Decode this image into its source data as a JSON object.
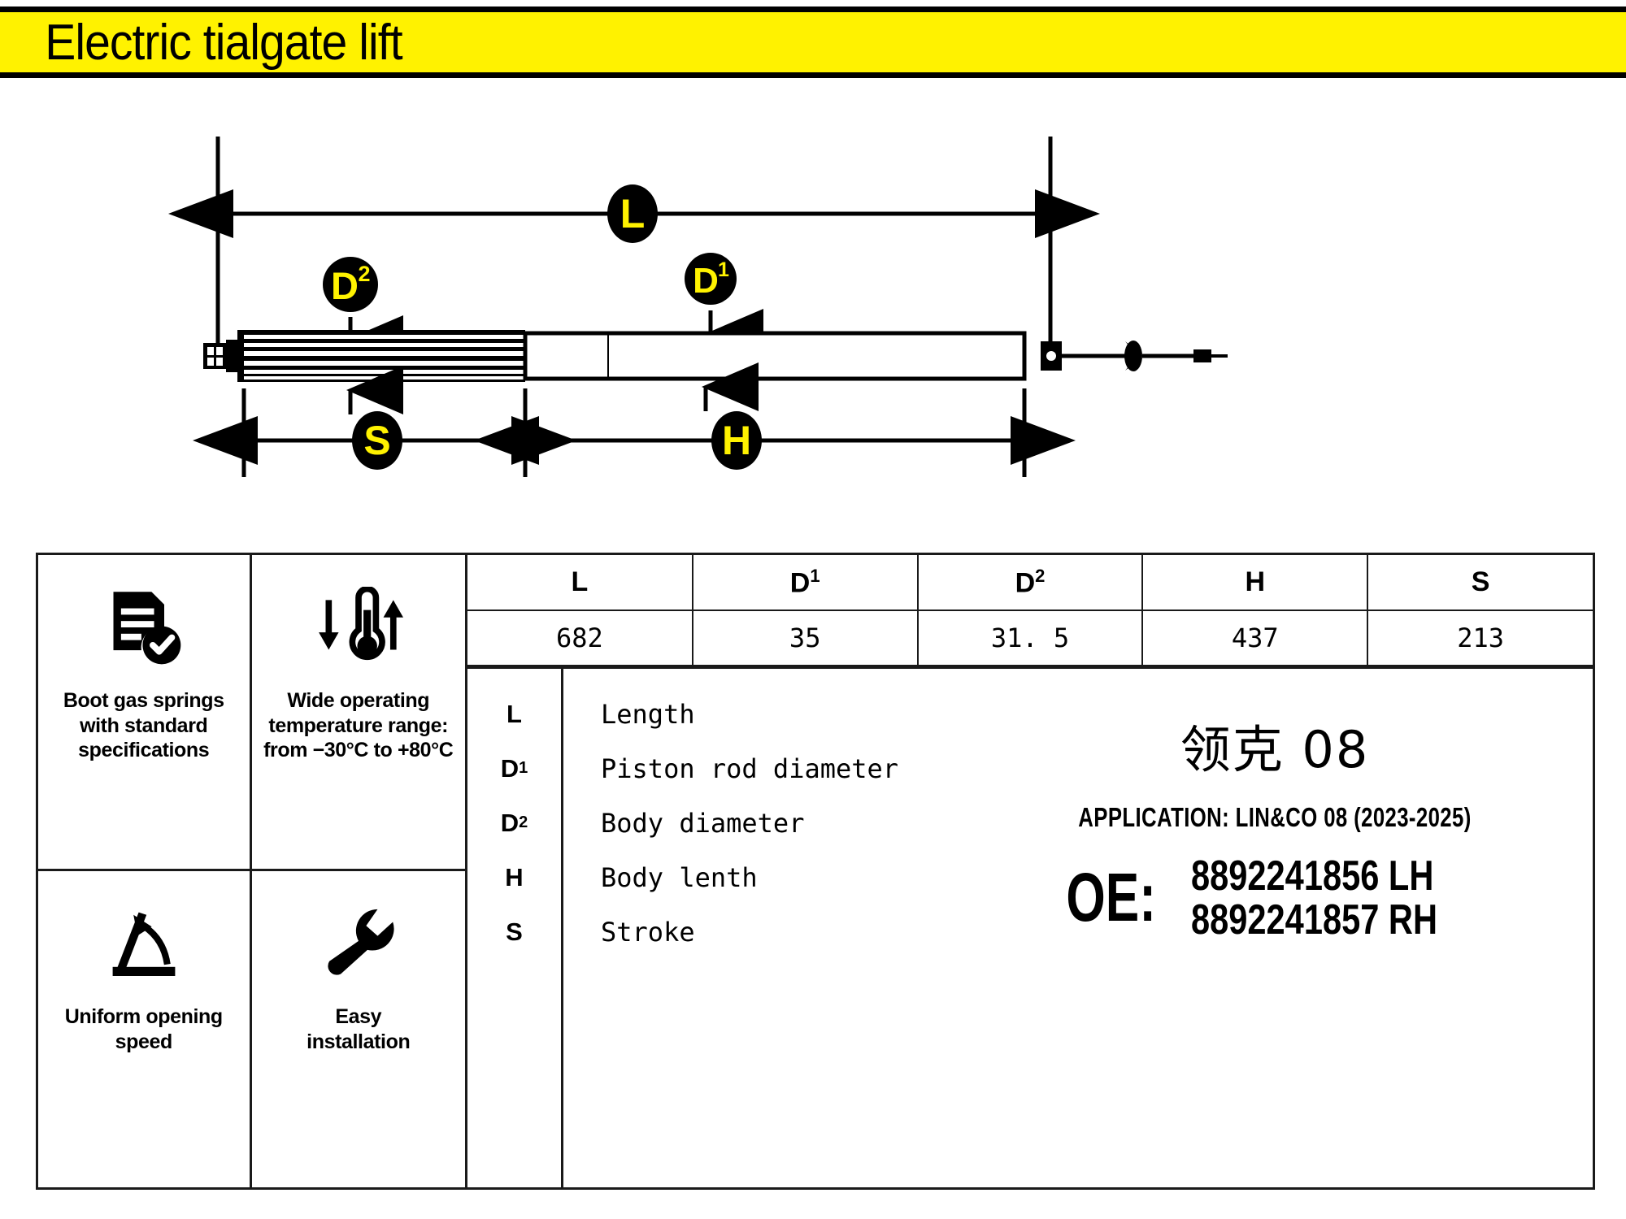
{
  "header": {
    "title": "Electric tialgate lift",
    "background_color": "#fff200",
    "text_color": "#000000"
  },
  "drawing": {
    "badges": [
      {
        "id": "L",
        "label": "L",
        "sup": "",
        "shape": "ellipse"
      },
      {
        "id": "D2",
        "label": "D",
        "sup": "2",
        "shape": "circle"
      },
      {
        "id": "D1",
        "label": "D",
        "sup": "1",
        "shape": "circle"
      },
      {
        "id": "S",
        "label": "S",
        "sup": "",
        "shape": "ellipse"
      },
      {
        "id": "H",
        "label": "H",
        "sup": "",
        "shape": "ellipse"
      }
    ],
    "badge_text_color": "#fff200",
    "badge_fill_color": "#000000"
  },
  "features": [
    {
      "icon": "document-check-icon",
      "label": "Boot gas springs\nwith standard\nspecifications"
    },
    {
      "icon": "thermometer-icon",
      "label": "Wide operating\ntemperature range:\nfrom −30°C to +80°C"
    },
    {
      "icon": "opening-angle-icon",
      "label": "Uniform opening\nspeed"
    },
    {
      "icon": "wrench-icon",
      "label": "Easy\ninstallation"
    }
  ],
  "spec_table": {
    "headers": [
      {
        "label": "L",
        "sup": ""
      },
      {
        "label": "D",
        "sup": "1"
      },
      {
        "label": "D",
        "sup": "2"
      },
      {
        "label": "H",
        "sup": ""
      },
      {
        "label": "S",
        "sup": ""
      }
    ],
    "values": [
      "682",
      "35",
      "31. 5",
      "437",
      "213"
    ]
  },
  "legend": [
    {
      "key": "L",
      "sup": "",
      "definition": "Length"
    },
    {
      "key": "D",
      "sup": "1",
      "definition": "Piston rod diameter"
    },
    {
      "key": "D",
      "sup": "2",
      "definition": "Body diameter"
    },
    {
      "key": "H",
      "sup": "",
      "definition": "Body lenth"
    },
    {
      "key": "S",
      "sup": "",
      "definition": "Stroke"
    }
  ],
  "vehicle": {
    "model": "领克 08",
    "application": "APPLICATION: LIN&CO 08 (2023-2025)",
    "oe_label": "OE:",
    "oe_numbers": [
      "8892241856 LH",
      "8892241857 RH"
    ]
  }
}
